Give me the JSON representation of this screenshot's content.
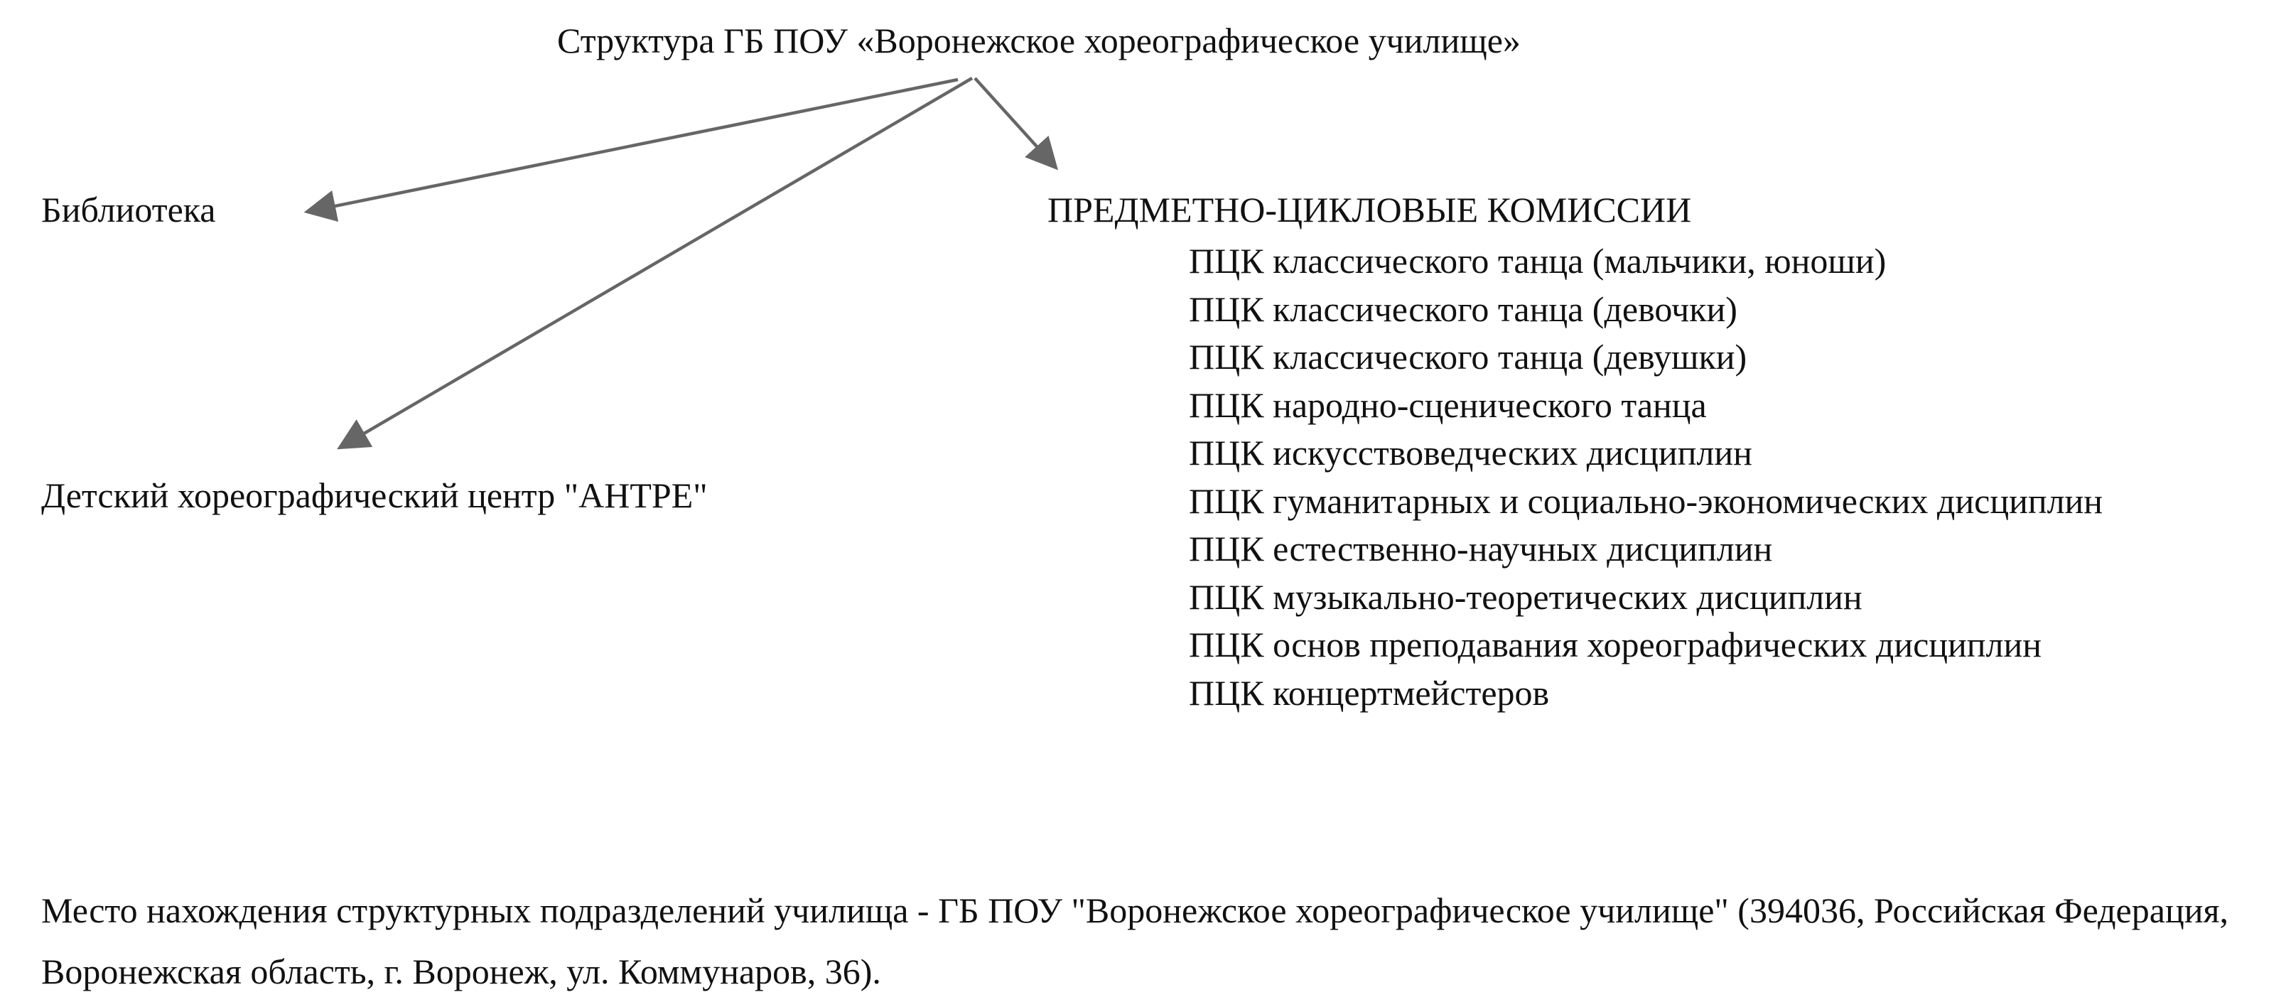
{
  "diagram": {
    "title": "Структура ГБ ПОУ «Воронежское хореографическое училище»",
    "library": "Библиотека",
    "children_center": "Детский хореографический центр \"АНТРЕ\"",
    "commissions": {
      "heading": "ПРЕДМЕТНО-ЦИКЛОВЫЕ КОМИССИИ",
      "items": [
        "ПЦК классического танца (мальчики, юноши)",
        "ПЦК классического танца (девочки)",
        "ПЦК классического танца (девушки)",
        "ПЦК народно-сценического танца",
        "ПЦК искусствоведческих дисциплин",
        "ПЦК гуманитарных и социально-экономических дисциплин",
        "ПЦК естественно-научных дисциплин",
        "ПЦК музыкально-теоретических дисциплин",
        "ПЦК основ преподавания хореографических дисциплин",
        "ПЦК концертмейстеров"
      ]
    },
    "location_note": "Место нахождения структурных подразделений училища - ГБ ПОУ \"Воронежское хореографическое училище\" (394036, Российская Федерация, Воронежская область, г. Воронеж, ул. Коммунаров, 36).",
    "arrow_color": "#666666"
  }
}
